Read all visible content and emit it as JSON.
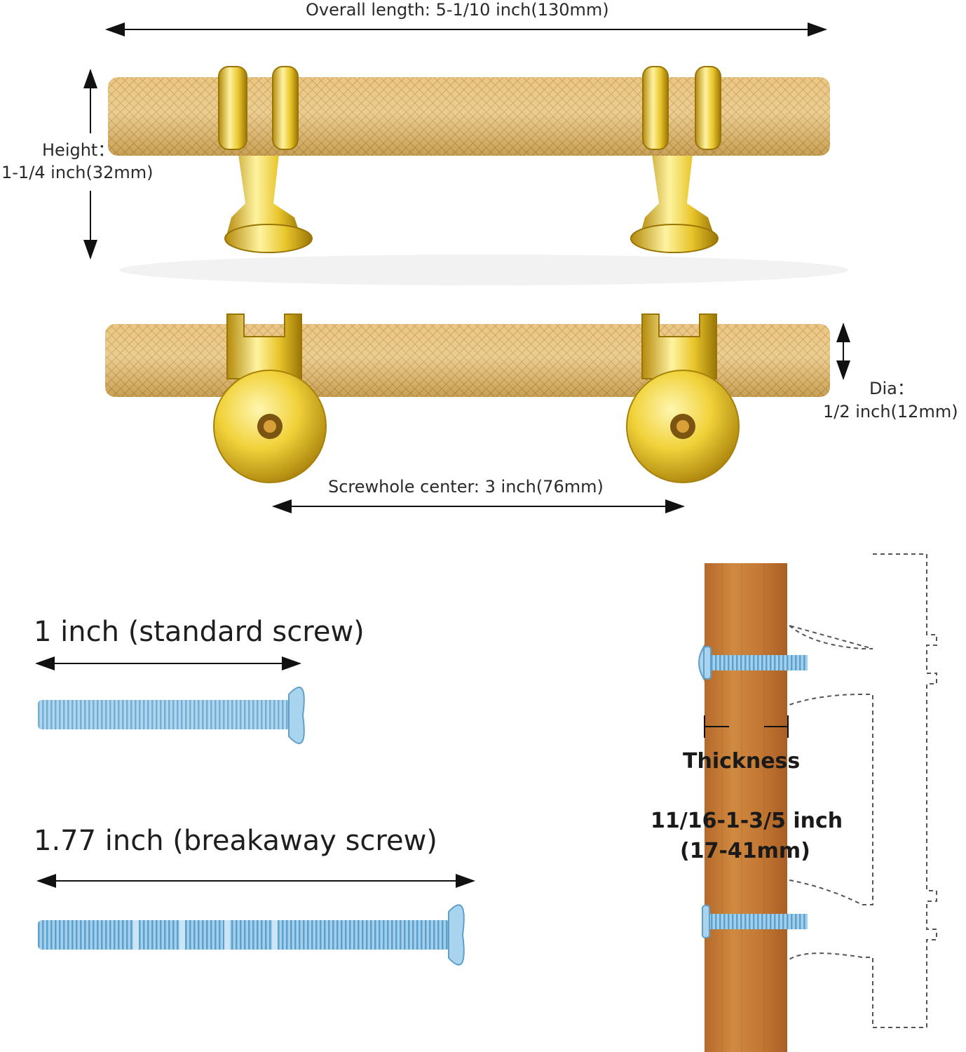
{
  "dimensions": {
    "overall_length": "Overall length: 5-1/10 inch(130mm)",
    "height_label": "Height：",
    "height_value": "1-1/4 inch(32mm)",
    "dia_label": "Dia：",
    "dia_value": "1/2 inch(12mm)",
    "screwhole_center": "Screwhole center: 3 inch(76mm)"
  },
  "screws": {
    "standard": "1 inch (standard screw)",
    "breakaway": "1.77 inch (breakaway screw)"
  },
  "install": {
    "thickness_title": "Thickness",
    "thickness_range": "11/16-1-3/5 inch",
    "thickness_mm": "(17-41mm)"
  },
  "colors": {
    "gold": "#e3b867",
    "gold_light": "#f4d78f",
    "gold_shine": "#f3e04a",
    "wood": "#c47a34",
    "screw": "#8cc4e6"
  }
}
